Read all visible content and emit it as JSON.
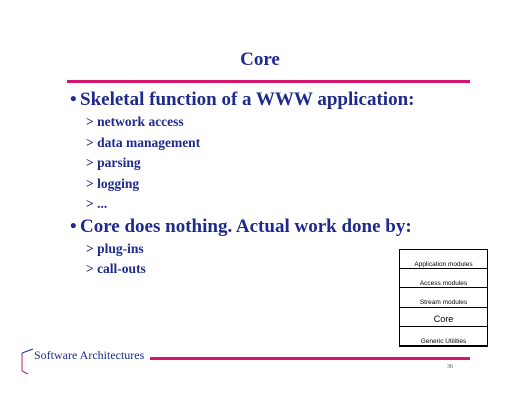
{
  "slide": {
    "title": "Core",
    "accent_color": "#d4156f",
    "text_color": "#1e2a8c"
  },
  "bullets": [
    {
      "text": "Skeletal function of a WWW application:",
      "subitems": [
        "> network access",
        "> data management",
        "> parsing",
        "> logging",
        "> ..."
      ]
    },
    {
      "text": "Core does nothing. Actual work done by:",
      "subitems": [
        "> plug-ins",
        "> call-outs"
      ]
    }
  ],
  "stack_diagram": {
    "layers": [
      "Application modules",
      "Access modules",
      "Stream modules",
      "Core",
      "Generic Utilities"
    ]
  },
  "footer": {
    "text": "Software Architectures",
    "page_number": "36"
  }
}
